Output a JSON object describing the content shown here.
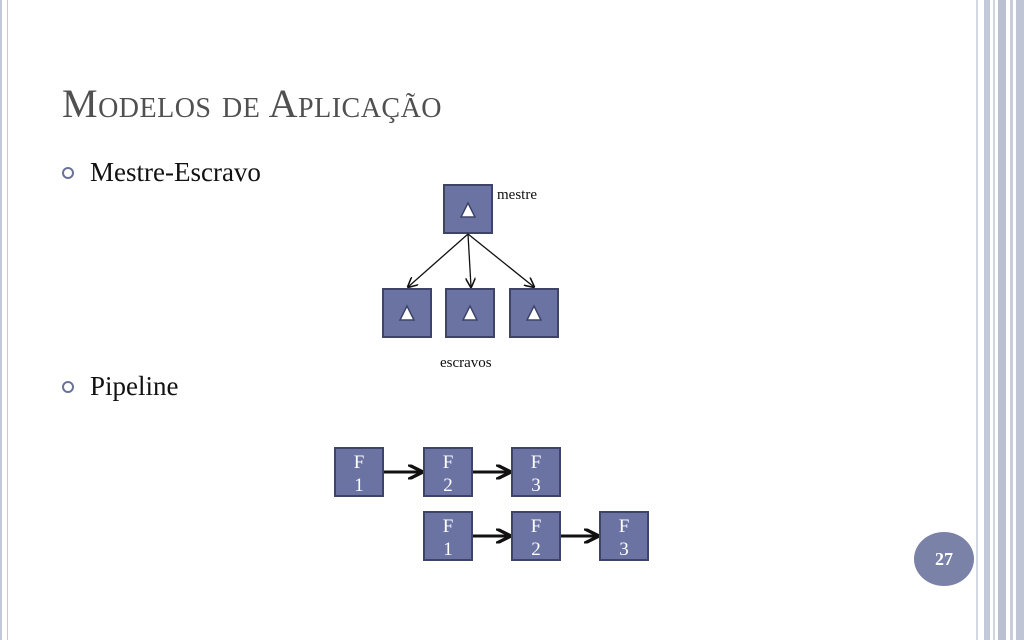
{
  "slide": {
    "title": "Modelos de Aplicação",
    "page_number": "27"
  },
  "bullets": [
    {
      "text": "Mestre-Escravo"
    },
    {
      "text": "Pipeline"
    }
  ],
  "master_slave": {
    "master_label": "mestre",
    "slaves_label": "escravos",
    "slave_count": 3
  },
  "pipeline": {
    "rows": [
      [
        {
          "letter": "F",
          "number": "1"
        },
        {
          "letter": "F",
          "number": "2"
        },
        {
          "letter": "F",
          "number": "3"
        }
      ],
      [
        {
          "letter": "F",
          "number": "1"
        },
        {
          "letter": "F",
          "number": "2"
        },
        {
          "letter": "F",
          "number": "3"
        }
      ]
    ]
  },
  "colors": {
    "node_fill": "#6b73a3",
    "node_stroke": "#3d4468",
    "page_badge": "#7a82a8"
  }
}
